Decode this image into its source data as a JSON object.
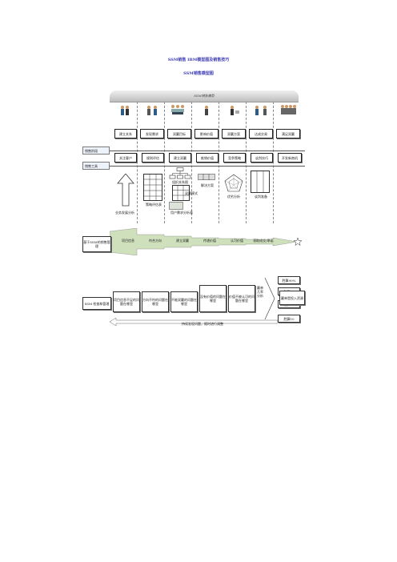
{
  "page": {
    "title": "SSM销售 IBM模型图及销售技巧",
    "subtitle": "SSM销售模型图"
  },
  "diagram": {
    "header": "SSM销售模型",
    "stages": [
      "建立关系",
      "发现需求",
      "双赢目标",
      "影响价值",
      "双赢方案",
      "达成交易",
      "满足双赢"
    ],
    "row_labels": [
      "销售阶段",
      "销售工具"
    ],
    "tools": [
      "关注客户",
      "规则评估",
      "建立双赢",
      "推销价值",
      "竞争策略",
      "谈判技巧",
      "开发新商机"
    ],
    "tool_notes": {
      "flow": "组织关系图",
      "matrix": "策略评估表",
      "model": "双赢模式",
      "user_needs": "用户需求分析表",
      "solution": "解决方案",
      "advantage": "优劣分析",
      "negotiation": "谈判准备",
      "arrow_note": "业务发展分析"
    },
    "band_left": "基于SSM的销售管理",
    "band_stages": [
      "项目信息",
      "符合方向",
      "建立双赢",
      "传递价值",
      "认可价值",
      "获取成交/承诺"
    ],
    "bottom_left": "SSM 检查和管理",
    "questions": [
      "项目信息不足的问题在哪里",
      "方向不符的问题在哪里",
      "不能双赢的问题在哪里",
      "没有价值的问题在哪里",
      "价值不被认可的问题在哪里"
    ],
    "funnel_label": "赢单几率分析",
    "ladder": [
      "胜算90%",
      "胜算60",
      "胜算30",
      "胜算10"
    ],
    "resource_box": "赢单是投入资源",
    "bottom_arrow": "持续发现问题，随时进行调整"
  }
}
